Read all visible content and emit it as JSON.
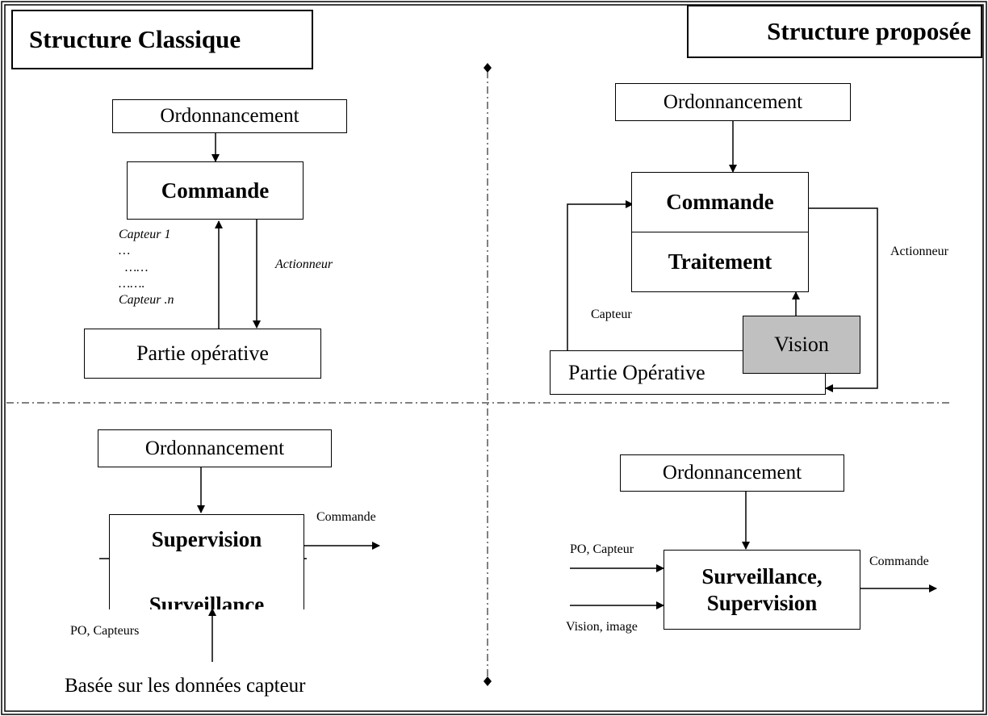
{
  "titles": {
    "left": "Structure Classique",
    "right": "Structure proposée"
  },
  "top_left": {
    "ordonnancement": "Ordonnancement",
    "commande": "Commande",
    "capteurs": [
      "Capteur 1",
      "…",
      "……",
      "…….",
      "Capteur .n"
    ],
    "actionneur": "Actionneur",
    "partie_operative": "Partie opérative"
  },
  "top_right": {
    "ordonnancement": "Ordonnancement",
    "commande": "Commande",
    "traitement": "Traitement",
    "vision": "Vision",
    "partie_operative": "Partie Opérative",
    "capteur": "Capteur",
    "actionneur": "Actionneur"
  },
  "bottom_left": {
    "ordonnancement": "Ordonnancement",
    "supervision": "Supervision",
    "surveillance": "Surveillance",
    "commande": "Commande",
    "po_capteurs": "PO, Capteurs",
    "basee": "Basée sur les données capteur"
  },
  "bottom_right": {
    "ordonnancement": "Ordonnancement",
    "surveillance_supervision_1": "Surveillance,",
    "surveillance_supervision_2": "Supervision",
    "po_capteur": "PO, Capteur",
    "vision_image": "Vision, image",
    "commande": "Commande"
  },
  "colors": {
    "vision_fill": "#c0c0c0",
    "line": "#000000"
  }
}
